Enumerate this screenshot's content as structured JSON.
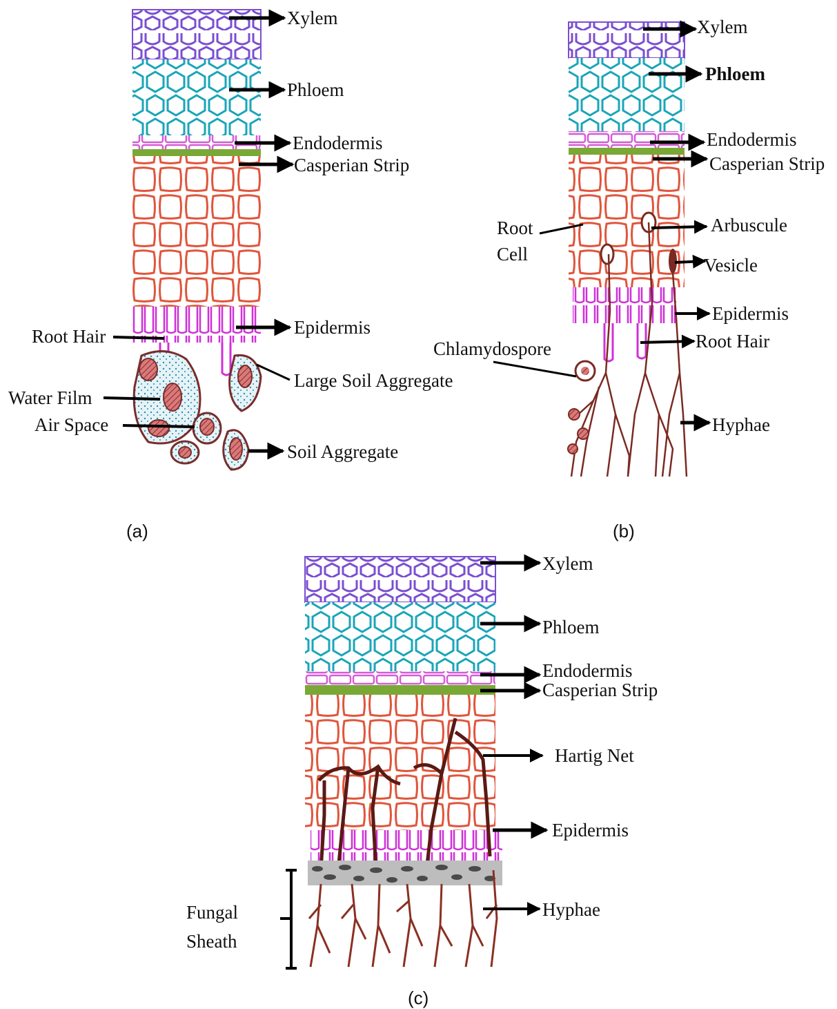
{
  "colors": {
    "xylem": "#7a4fd0",
    "phloem": "#1aa5b8",
    "endodermis": "#d45bd6",
    "casparian": "#7aa836",
    "cortex": "#e0553c",
    "epidermis": "#d030d8",
    "soil": "#7a2c2c",
    "hyphae": "#7a2a22",
    "sheath": "#555555"
  },
  "panels": {
    "a": {
      "caption": "(a)",
      "labels": {
        "xylem": "Xylem",
        "phloem": "Phloem",
        "endodermis": "Endodermis",
        "casparian": "Casperian Strip",
        "epidermis": "Epidermis",
        "root_hair": "Root Hair",
        "large_soil": "Large Soil Aggregate",
        "water_film": "Water Film",
        "air_space": "Air Space",
        "soil_aggregate": "Soil Aggregate"
      }
    },
    "b": {
      "caption": "(b)",
      "labels": {
        "xylem": "Xylem",
        "phloem": "Phloem",
        "endodermis": "Endodermis",
        "casparian": "Casperian Strip",
        "root_cell_1": "Root",
        "root_cell_2": "Cell",
        "arbuscule": "Arbuscule",
        "vesicle": "Vesicle",
        "epidermis": "Epidermis",
        "chlamydospore": "Chlamydospore",
        "root_hair": "Root Hair",
        "hyphae": "Hyphae"
      }
    },
    "c": {
      "caption": "(c)",
      "labels": {
        "xylem": "Xylem",
        "phloem": "Phloem",
        "endodermis": "Endodermis",
        "casparian": "Casperian Strip",
        "hartig": "Hartig Net",
        "epidermis": "Epidermis",
        "hyphae": "Hyphae",
        "fungal_1": "Fungal",
        "fungal_2": "Sheath"
      }
    }
  }
}
